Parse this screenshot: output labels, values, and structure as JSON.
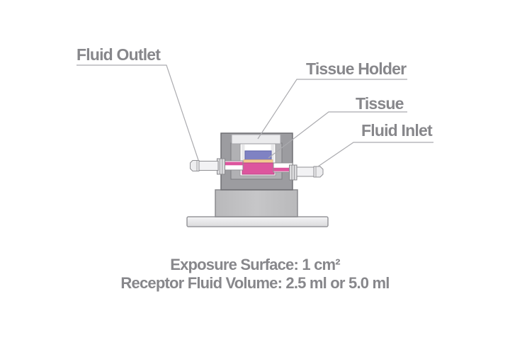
{
  "labels": {
    "fluid_outlet": "Fluid Outlet",
    "tissue_holder": "Tissue Holder",
    "tissue": "Tissue",
    "fluid_inlet": "Fluid Inlet"
  },
  "caption": {
    "exposure_surface": "Exposure Surface: 1 cm²",
    "receptor_fluid_volume": "Receptor Fluid Volume: 2.5 ml or 5.0 ml"
  },
  "colors": {
    "label_text": "#87878b",
    "leader_line": "#ababaf",
    "body_gray": "#9c9ca0",
    "body_border": "#6f6f73",
    "recess_gray": "#b1b1b4",
    "recess_border": "#7c7c80",
    "cavity_white": "#ffffff",
    "holder_cap_light": "#ebebed",
    "holder_wall_light": "#e8e8ea",
    "tissue_holder_purple": "#7f82c3",
    "tissue_holder_purple_border": "#6265a8",
    "tissue_tan": "#f2cb92",
    "tissue_tan_border": "#e0ad69",
    "receptor_fluid_pink": "#dd559e",
    "receptor_fluid_pink_border": "#b84684",
    "tube_light": "#f2f2f4",
    "tube_border": "#909094",
    "nut_gray": "#dedee0",
    "pedestal_gray": "#c0c0c2",
    "pedestal_border": "#8a8a8e",
    "base_border": "#97979b"
  }
}
